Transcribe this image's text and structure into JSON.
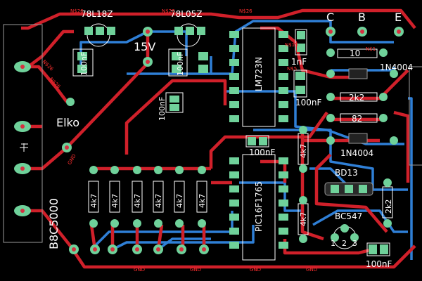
{
  "colors": {
    "background": "#000000",
    "top_copper": "#d0202a",
    "bottom_copper": "#2f7fd6",
    "pad": "#6fd19a",
    "pad_hole": "#c8e6ff",
    "silkscreen": "#ffffff",
    "net_label": "#ff3030",
    "keepout": "#9a9a9a"
  },
  "labels": {
    "reg1": "78L18Z",
    "reg2": "78L05Z",
    "voltage": "15V",
    "ic_opamp": "LM723N",
    "ic_mcu": "PIC16F1765",
    "bridge": "B8C5000",
    "elko": "Elko",
    "c_100nf_a": "100nF",
    "c_100nf_b": "100nF",
    "c_100nf_c": "100nF",
    "c_100nf_d": "100nF",
    "c_100nf_e": "100nF",
    "c_1nf": "1nF",
    "r_10": "10",
    "r_2k2_a": "2k2",
    "r_2k2_b": "2k2",
    "r_82": "82",
    "r_4k7": "4k7",
    "diode_a": "1N4004",
    "diode_b": "1N4004",
    "bd": "BD13",
    "bc": "BC547",
    "pin_c": "C",
    "pin_b": "B",
    "pin_e": "E",
    "pin_1": "1",
    "pin_2": "2",
    "pin_3": "3"
  },
  "nets": {
    "n26": "N$26",
    "gnd": "GND",
    "n15": "N$15",
    "n5": "N$5",
    "n1": "N$1"
  }
}
